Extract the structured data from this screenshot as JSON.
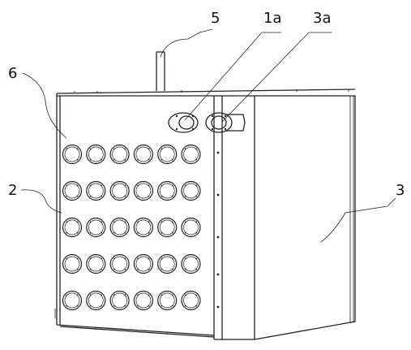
{
  "labels": {
    "l5": "5",
    "l1a": "1a",
    "l3a": "3a",
    "l6": "6",
    "l2": "2",
    "l3": "3"
  },
  "hole_grid": {
    "rows": 5,
    "cols": 6
  }
}
